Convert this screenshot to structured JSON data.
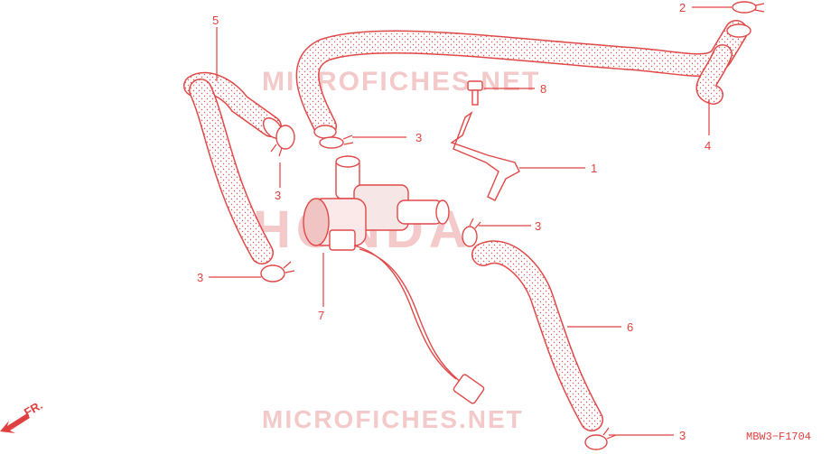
{
  "watermarks": {
    "site_top": "MICROFICHES.NET",
    "brand_center": "HONDA",
    "site_bottom": "MICROFICHES.NET"
  },
  "callouts": {
    "part_1": "1",
    "part_2": "2",
    "part_3_a": "3",
    "part_3_b": "3",
    "part_3_c": "3",
    "part_3_d": "3",
    "part_3_e": "3",
    "part_4": "4",
    "part_5": "5",
    "part_6": "6",
    "part_7": "7",
    "part_8": "8"
  },
  "direction_marker": "FR.",
  "diagram_code": "MBW3−F1704",
  "colors": {
    "line": "#e0403f",
    "watermark": "#f3c9c9"
  }
}
